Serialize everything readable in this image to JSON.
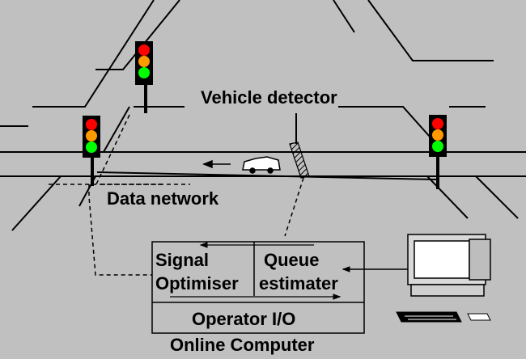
{
  "labels": {
    "vehicle_detector": "Vehicle detector",
    "data_network": "Data network",
    "signal_line1": "Signal",
    "signal_line2": "Optimiser",
    "queue_line1": "Queue",
    "queue_line2": "estimater",
    "operator_io": "Operator I/O",
    "online_computer": "Online Computer"
  },
  "colors": {
    "background": "#c0c0c0",
    "line": "#000000",
    "light_red": "#ff0000",
    "light_amber": "#ff9900",
    "light_green": "#00ff00",
    "signal_housing": "#000000"
  },
  "icons": [
    "traffic-light-icon",
    "car-icon",
    "computer-icon",
    "keyboard-icon",
    "vehicle-detector-icon"
  ]
}
